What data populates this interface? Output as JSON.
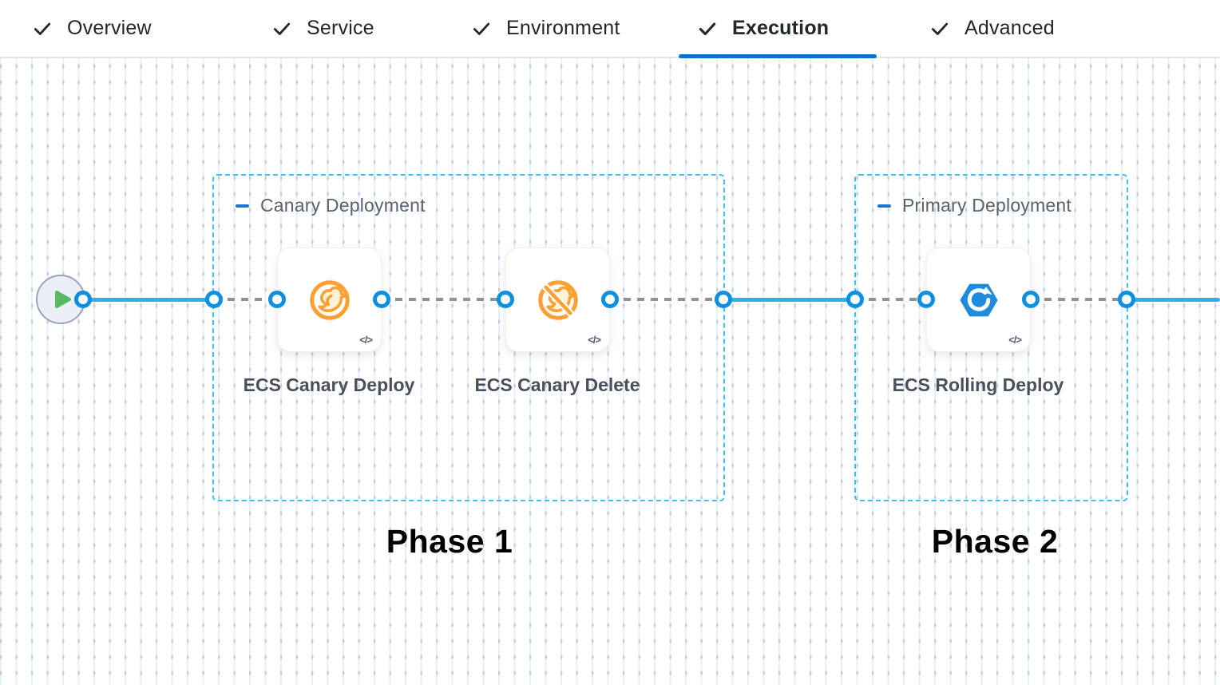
{
  "tabs": {
    "items": [
      {
        "label": "Overview",
        "state": "complete"
      },
      {
        "label": "Service",
        "state": "complete"
      },
      {
        "label": "Environment",
        "state": "complete"
      },
      {
        "label": "Execution",
        "state": "active"
      },
      {
        "label": "Advanced",
        "state": "complete"
      }
    ]
  },
  "pipeline": {
    "start_node": {
      "icon": "play-icon"
    },
    "groups": [
      {
        "title": "Canary Deployment",
        "steps": [
          {
            "label": "ECS Canary Deploy",
            "icon": "ecs-canary-deploy-icon"
          },
          {
            "label": "ECS Canary Delete",
            "icon": "ecs-canary-delete-icon"
          }
        ]
      },
      {
        "title": "Primary Deployment",
        "steps": [
          {
            "label": "ECS Rolling Deploy",
            "icon": "ecs-rolling-deploy-icon"
          }
        ]
      }
    ],
    "annotations": [
      {
        "label": "Phase 1"
      },
      {
        "label": "Phase 2"
      }
    ],
    "step_code_badge": "</>"
  },
  "colors": {
    "active_tab_underline": "#0b6fd0",
    "connector_solid": "#29b2ee",
    "connector_port": "#0d8fe2",
    "connector_dashed": "#8f9296",
    "group_border": "#3fc0f2",
    "collapse_icon": "#1b76d2",
    "canary_icon": "#ffa033",
    "rolling_icon": "#1f8bdd",
    "start_play": "#57ba63"
  }
}
